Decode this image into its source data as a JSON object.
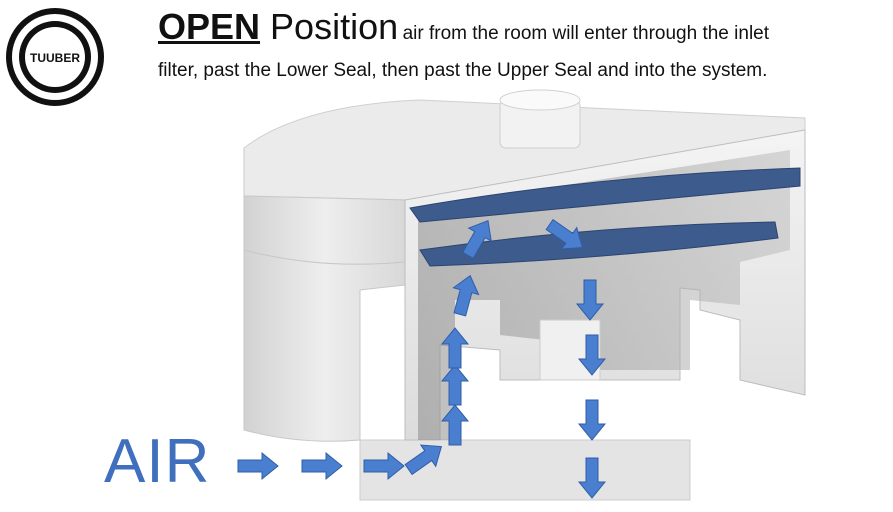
{
  "logo": {
    "text": "TUUBER"
  },
  "heading": {
    "strong": "OPEN",
    "main": " Position",
    "desc_line1": "air from the room will enter through the inlet",
    "desc_line2": "filter, past the Lower Seal, then past the Upper Seal and into the system."
  },
  "air_label": "AIR",
  "colors": {
    "arrow": "#4a7fd0",
    "seal": "#3d5b8c",
    "body": "#e6e6e6",
    "air_text": "#3f6fbd"
  }
}
